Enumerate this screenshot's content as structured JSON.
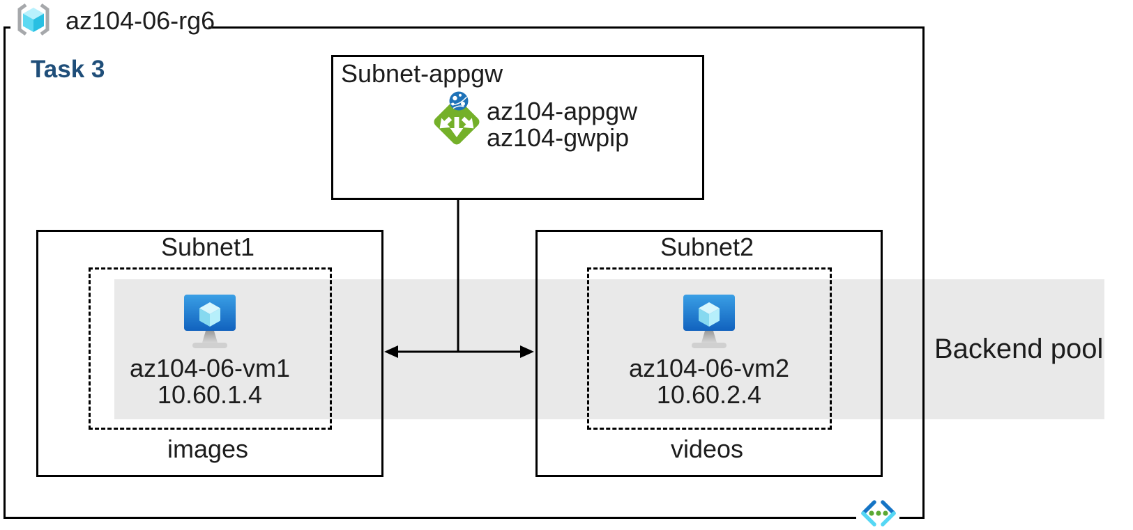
{
  "resource_group": {
    "label": "az104-06-rg6",
    "icon": "resource-group-icon"
  },
  "task_label": "Task 3",
  "appgw_subnet": {
    "label": "Subnet-appgw",
    "icon": "application-gateway-icon",
    "gateway_name": "az104-appgw",
    "gateway_pip": "az104-gwpip"
  },
  "subnet1": {
    "label": "Subnet1",
    "icon": "virtual-machine-icon",
    "vm_name": "az104-06-vm1",
    "vm_ip": "10.60.1.4",
    "pool_member": "images"
  },
  "subnet2": {
    "label": "Subnet2",
    "icon": "virtual-machine-icon",
    "vm_name": "az104-06-vm2",
    "vm_ip": "10.60.2.4",
    "pool_member": "videos"
  },
  "backend_pool": {
    "label": "Backend pool"
  },
  "footer_icon": "virtual-network-icon",
  "colors": {
    "band_gray": "#e9e9e9",
    "task_blue": "#1F4E79",
    "appgw_green": "#74b029",
    "globe_blue": "#1e72b8",
    "vm_screen_top": "#3a9fe5",
    "vm_screen_bottom": "#1162be",
    "cube_cyan": "#50e6ff",
    "bracket_gray": "#a6a8ab",
    "vnet_dark_blue": "#1574c5",
    "vnet_cyan": "#55d7f4",
    "vnet_green_dot": "#5aa832",
    "line_black": "#000000"
  }
}
